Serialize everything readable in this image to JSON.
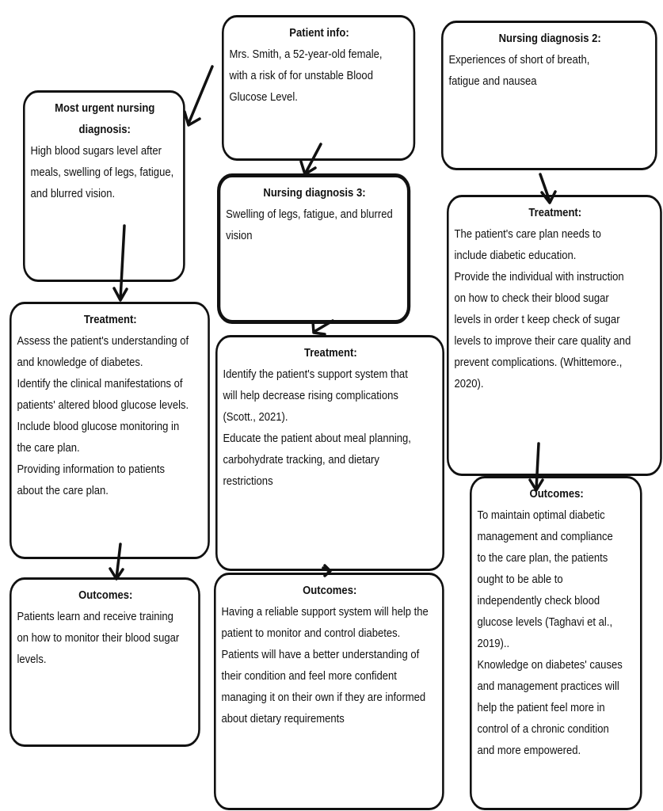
{
  "patient_info": {
    "title": "Patient info:",
    "lines": [
      "Mrs. Smith, a 52-year-old female,",
      "with a risk of  for unstable Blood",
      "Glucose Level."
    ]
  },
  "most_urgent": {
    "title_lines": [
      "Most urgent nursing",
      "diagnosis:"
    ],
    "lines": [
      "High blood sugars level after",
      "meals, swelling of legs, fatigue,",
      "and blurred vision."
    ]
  },
  "nursing_dx2": {
    "title": "Nursing diagnosis 2:",
    "lines": [
      "Experiences of short of breath,",
      "fatigue and nausea"
    ]
  },
  "nursing_dx3": {
    "title": "Nursing diagnosis 3:",
    "lines": [
      "Swelling of legs, fatigue, and blurred",
      "vision"
    ]
  },
  "treatment_left": {
    "title": "Treatment:",
    "lines": [
      "Assess the patient's understanding of",
      "and knowledge of diabetes.",
      "Identify the clinical manifestations of",
      "patients' altered blood glucose levels.",
      "Include blood glucose monitoring in",
      "the care plan.",
      "Providing information to patients",
      "about the care plan."
    ]
  },
  "treatment_mid": {
    "title": "Treatment:",
    "lines": [
      "Identify the patient's support system that",
      "will help decrease rising complications",
      "(Scott., 2021).",
      "Educate the patient about meal planning,",
      "carbohydrate tracking, and dietary",
      "restrictions"
    ]
  },
  "treatment_right": {
    "title": "Treatment:",
    "lines": [
      "The patient's care plan needs to",
      "include diabetic education.",
      "Provide the individual with instruction",
      "on how to check their blood sugar",
      "levels in order t keep check of sugar",
      "levels to improve their care quality and",
      "prevent complications. (Whittemore.,",
      "2020)."
    ]
  },
  "outcomes_left": {
    "title": "Outcomes:",
    "lines": [
      "Patients learn and receive training",
      "on how to monitor their blood sugar",
      "levels."
    ]
  },
  "outcomes_mid": {
    "title": "Outcomes:",
    "lines": [
      "Having a reliable support system will help the",
      "patient to monitor and control diabetes.",
      "Patients will have a better understanding of",
      "their condition and feel more confident",
      "managing it on their own if they are informed",
      "about dietary requirements"
    ]
  },
  "outcomes_right": {
    "title": "Outcomes:",
    "lines": [
      "To maintain optimal diabetic",
      "management and compliance",
      "to the care plan, the patients",
      "ought to be able to",
      "independently check blood",
      "glucose levels (Taghavi et al.,",
      "2019)..",
      "Knowledge on diabetes' causes",
      "and management practices will",
      "help the patient feel more in",
      "control of a chronic condition",
      "and more empowered."
    ]
  }
}
